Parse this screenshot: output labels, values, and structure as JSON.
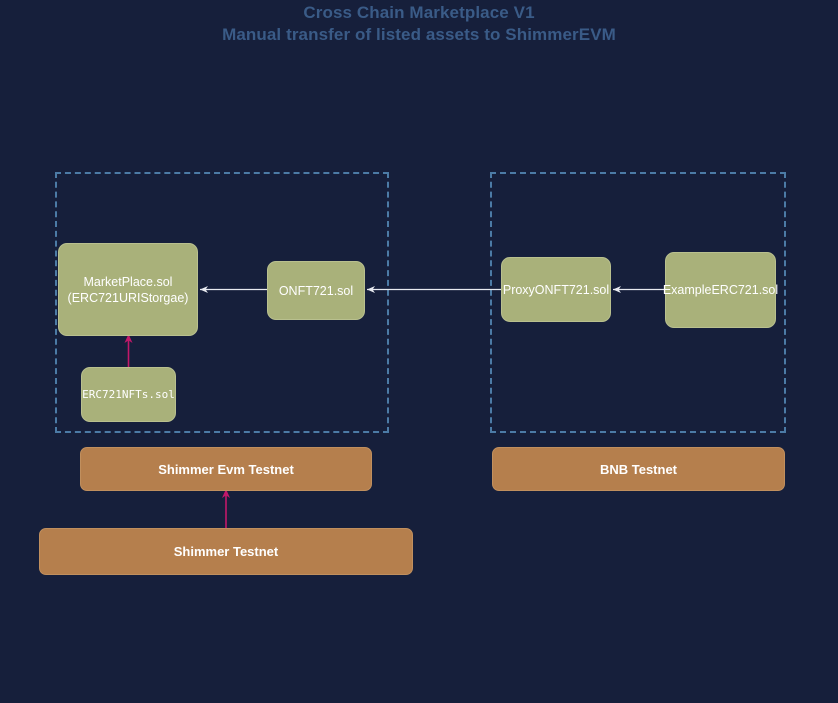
{
  "title": {
    "line1": "Cross Chain Marketplace V1",
    "line2": "Manual transfer of listed assets to ShimmerEVM"
  },
  "colors": {
    "background": "#161f3b",
    "title_text": "#3a5b87",
    "group_border": "#4c7ba6",
    "contract_fill": "#a9b17a",
    "contract_text": "#ffffff",
    "network_fill": "#b57f4d",
    "network_text": "#ffffff",
    "edge_white": "#e8eaf0",
    "edge_magenta": "#c2186a"
  },
  "groups": [
    {
      "id": "group-shimmer-evm",
      "name": "shimmer-evm-group",
      "label": ""
    },
    {
      "id": "group-bnb",
      "name": "bnb-group",
      "label": ""
    }
  ],
  "nodes": {
    "marketplace": {
      "label": "MarketPlace.sol",
      "sublabel": "(ERC721URIStorgae)"
    },
    "onft721": {
      "label": "ONFT721.sol"
    },
    "proxyonft721": {
      "label": "ProxyONFT721.sol"
    },
    "exampleerc721": {
      "label": "ExampleERC721.sol"
    },
    "erc721nfts": {
      "label": "ERC721NFTs.sol"
    }
  },
  "networks": {
    "shimmer_evm_testnet": {
      "label": "Shimmer Evm Testnet"
    },
    "bnb_testnet": {
      "label": "BNB Testnet"
    },
    "shimmer_testnet": {
      "label": "Shimmer Testnet"
    }
  },
  "edges": [
    {
      "from": "onft721",
      "to": "marketplace",
      "color": "white",
      "direction": "left"
    },
    {
      "from": "proxyonft721",
      "to": "onft721",
      "color": "white",
      "direction": "left"
    },
    {
      "from": "exampleerc721",
      "to": "proxyonft721",
      "color": "white",
      "direction": "left"
    },
    {
      "from": "erc721nfts",
      "to": "marketplace",
      "color": "magenta",
      "direction": "up"
    },
    {
      "from": "shimmer_testnet",
      "to": "shimmer_evm_testnet",
      "color": "magenta",
      "direction": "up"
    }
  ]
}
